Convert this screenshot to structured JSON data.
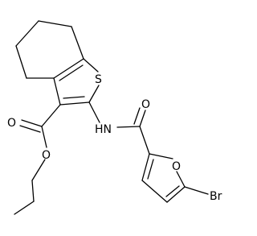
{
  "molecule": {
    "atoms": {
      "sulfur": "S",
      "ester_carbonyl_oxygen": "O",
      "ester_ether_oxygen": "O",
      "amide_nitrogen": "HN",
      "amide_carbonyl_oxygen": "O",
      "furan_oxygen": "O",
      "bromine": "Br"
    }
  }
}
